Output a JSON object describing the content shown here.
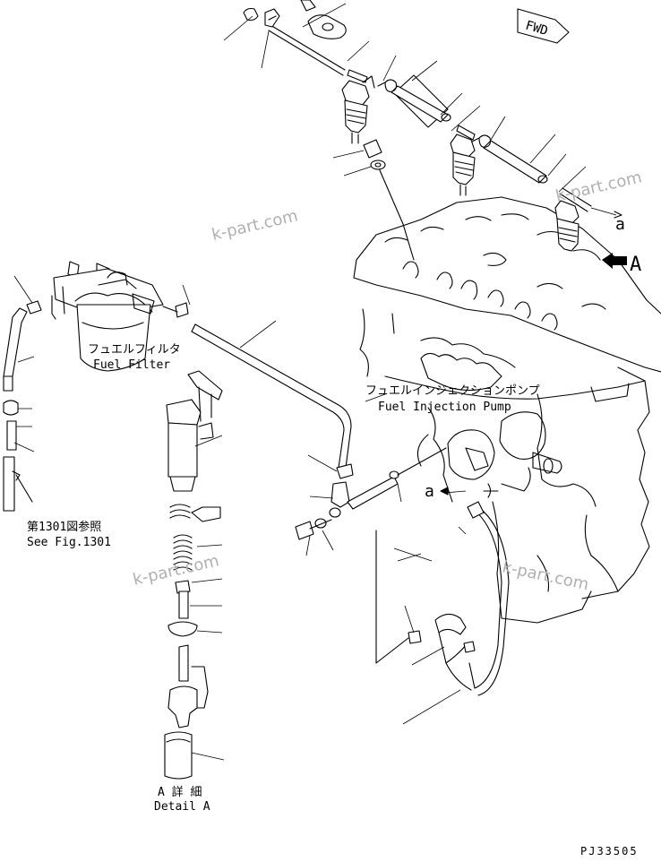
{
  "labels": {
    "fwd": "FWD",
    "view_a": "A",
    "marker_a_top": "a",
    "marker_a_mid": "a",
    "fuel_filter_jp": "フュエルフィルタ",
    "fuel_filter_en": "Fuel Filter",
    "injection_pump_jp": "フュエルインジェクションポンプ",
    "injection_pump_en": "Fuel Injection Pump",
    "see_fig_jp": "第1301図参照",
    "see_fig_en": "See Fig.1301",
    "detail_jp": "A 詳 細",
    "detail_en": "Detail A",
    "drawing_code": "PJ33505"
  },
  "watermarks": [
    "k-part.com",
    "k-part.com",
    "k-part.com",
    "k-part.com"
  ],
  "colors": {
    "line": "#000000",
    "watermark": "#b0b0b0",
    "background": "#ffffff"
  }
}
